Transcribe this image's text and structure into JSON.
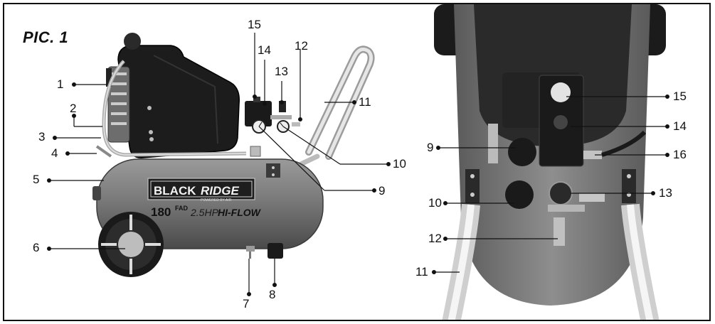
{
  "figure": {
    "title": "PIC. 1"
  },
  "product": {
    "brand": "BLACK RIDGE",
    "brand_tag": "POWERED BY AIR",
    "model_line": "180FAD 2.5HP HI-FLOW"
  },
  "left_callouts": [
    {
      "id": "c1",
      "label": "1"
    },
    {
      "id": "c2",
      "label": "2"
    },
    {
      "id": "c3",
      "label": "3"
    },
    {
      "id": "c4",
      "label": "4"
    },
    {
      "id": "c5",
      "label": "5"
    },
    {
      "id": "c6",
      "label": "6"
    },
    {
      "id": "c7",
      "label": "7"
    },
    {
      "id": "c8",
      "label": "8"
    },
    {
      "id": "c9",
      "label": "9"
    },
    {
      "id": "c10",
      "label": "10"
    },
    {
      "id": "c11",
      "label": "11"
    },
    {
      "id": "c12",
      "label": "12"
    },
    {
      "id": "c13",
      "label": "13"
    },
    {
      "id": "c14",
      "label": "14"
    },
    {
      "id": "c15",
      "label": "15"
    }
  ],
  "right_callouts": [
    {
      "id": "r15",
      "label": "15"
    },
    {
      "id": "r14",
      "label": "14"
    },
    {
      "id": "r9",
      "label": "9"
    },
    {
      "id": "r16",
      "label": "16"
    },
    {
      "id": "r13",
      "label": "13"
    },
    {
      "id": "r10",
      "label": "10"
    },
    {
      "id": "r12",
      "label": "12"
    },
    {
      "id": "r11",
      "label": "11"
    }
  ],
  "colors": {
    "tank": "#7a7a7a",
    "tank_dark": "#4e4e4e",
    "shroud": "#1c1c1c",
    "handle": "#d9d9d9",
    "line": "#111111"
  }
}
